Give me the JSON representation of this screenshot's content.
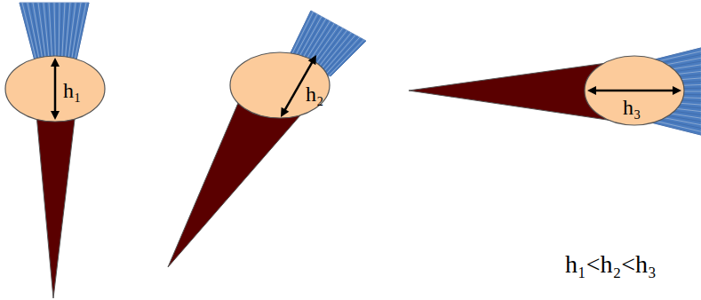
{
  "diagram": {
    "nodes": [
      {
        "text": [
          "h₁"
        ]
      },
      {
        "text": [
          "h₂"
        ]
      },
      {
        "text": [
          "h₃"
        ]
      }
    ],
    "labels": [
      "h₁<h₂<h₃"
    ]
  }
}
